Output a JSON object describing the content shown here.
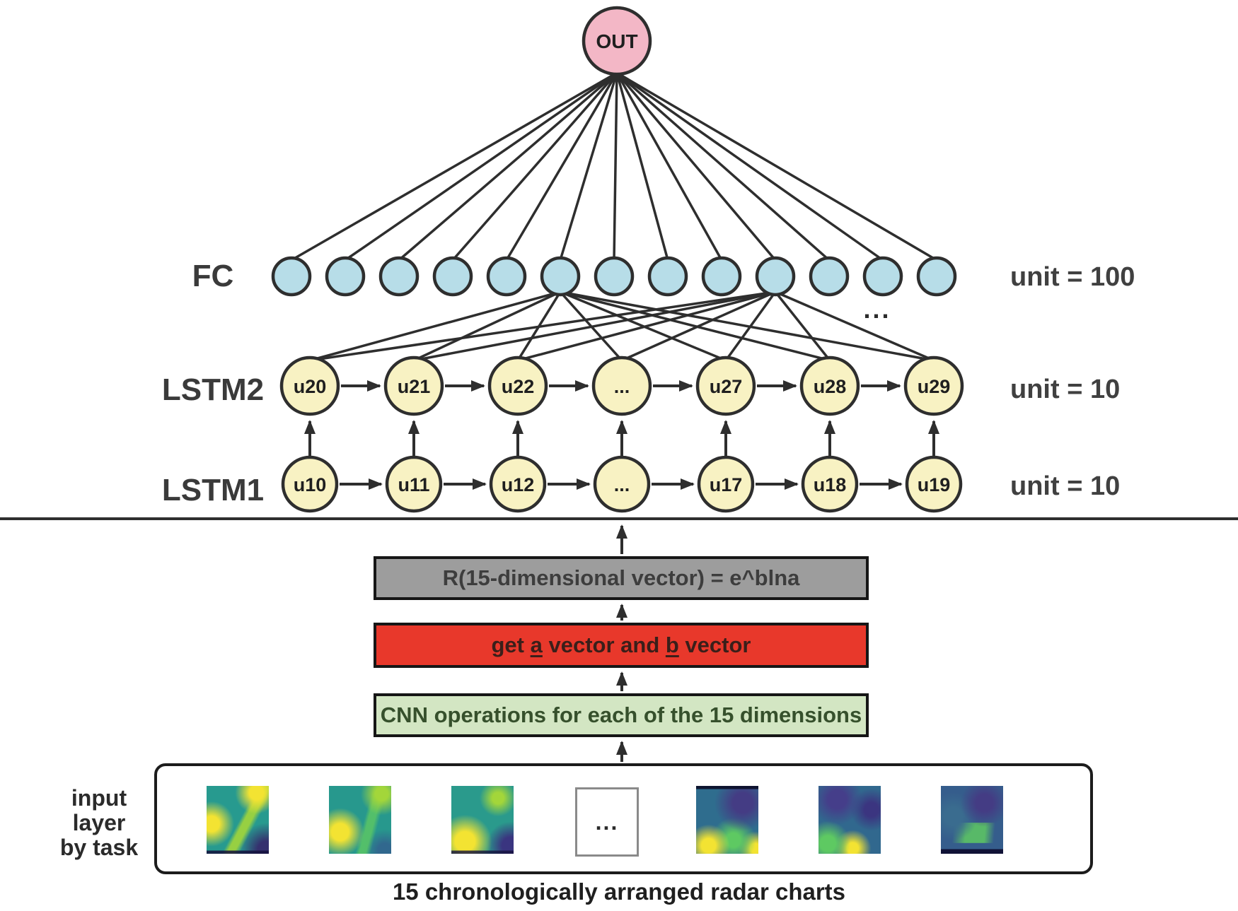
{
  "colors": {
    "stroke": "#2e2e2e",
    "out_fill": "#f3b7c6",
    "fc_fill": "#b7dde8",
    "lstm_fill": "#f8f2c3",
    "gray_box_fill": "#9d9d9d",
    "red_box_fill": "#e8382b",
    "green_box_fill": "#d3e6c3"
  },
  "out_node": {
    "label": "OUT"
  },
  "fc_layer": {
    "label": "FC",
    "unit_label": "unit = 100",
    "node_count": 13
  },
  "inter_layer_ellipsis": "...",
  "lstm2_layer": {
    "label": "LSTM2",
    "unit_label": "unit = 10",
    "nodes": [
      "u20",
      "u21",
      "u22",
      "...",
      "u27",
      "u28",
      "u29"
    ]
  },
  "lstm1_layer": {
    "label": "LSTM1",
    "unit_label": "unit = 10",
    "nodes": [
      "u10",
      "u11",
      "u12",
      "...",
      "u17",
      "u18",
      "u19"
    ]
  },
  "process_boxes": {
    "normalization": {
      "text": "R(15-dimensional vector) = e^blna"
    },
    "vectors": {
      "prefix": "get ",
      "a": "a",
      "mid": " vector and ",
      "b": "b",
      "suffix": " vector"
    },
    "cnn": {
      "text": "CNN operations for each of the 15 dimensions"
    }
  },
  "input_layer": {
    "label_lines": [
      "input",
      "layer",
      "by task"
    ],
    "ellipsis_box": "...",
    "caption": "15 chronologically arranged radar charts"
  }
}
